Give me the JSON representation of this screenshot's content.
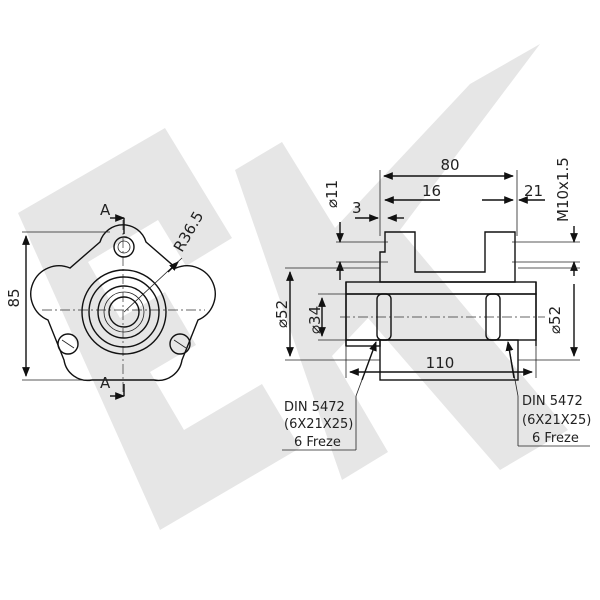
{
  "watermark": {
    "text": "EK",
    "color": "#e6e6e6"
  },
  "front_view": {
    "height_label": "85",
    "radius_label": "R36.5",
    "section_top_label": "A",
    "section_bottom_label": "A"
  },
  "section_view": {
    "overall_length_label": "80",
    "hole_dia_label": "⌀11",
    "step_label": "16",
    "flange_label": "3",
    "right_offset_label": "21",
    "thread_label": "M10x1.5",
    "outer_dia_left_label": "⌀52",
    "bore_dia_label": "⌀34",
    "outer_dia_right_label": "⌀52",
    "body_length_label": "110"
  },
  "notes": {
    "left": {
      "line1": "DIN 5472",
      "line2": "(6X21X25)",
      "line3": "6 Freze"
    },
    "right": {
      "line1": "DIN 5472",
      "line2": "(6X21X25)",
      "line3": "6 Freze"
    }
  }
}
